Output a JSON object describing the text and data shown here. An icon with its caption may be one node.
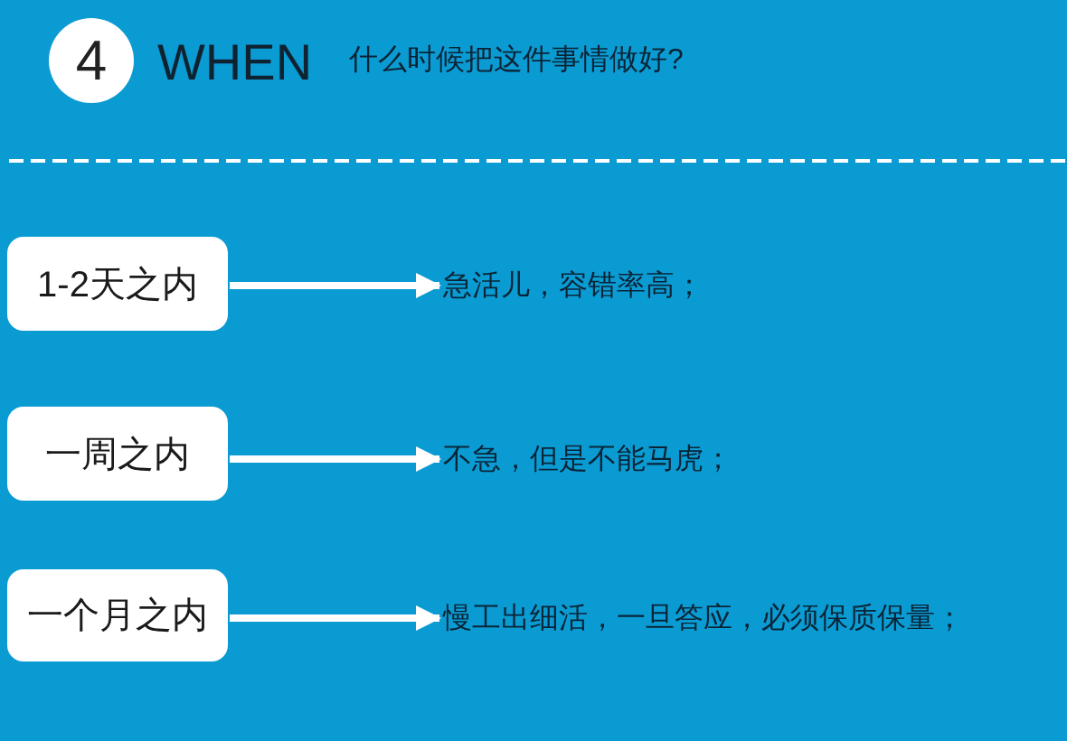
{
  "diagram": {
    "title": "WHEN",
    "nodes": [
      {
        "text": [
          "4"
        ]
      },
      {
        "text": [
          "1-2天之内"
        ]
      },
      {
        "text": [
          "急活儿，容错率高；"
        ]
      },
      {
        "text": [
          "一周之内"
        ]
      },
      {
        "text": [
          "不急，但是不能马虎；"
        ]
      },
      {
        "text": [
          "一个月之内"
        ]
      },
      {
        "text": [
          "慢工出细活，一旦答应，必须保质保量；"
        ]
      }
    ],
    "edges": [
      {
        "from": 1,
        "to": 2,
        "arrow": "to"
      },
      {
        "from": 3,
        "to": 4,
        "arrow": "to"
      },
      {
        "from": 5,
        "to": 6,
        "arrow": "to"
      }
    ],
    "labels": [
      "什么时候把这件事情做好?"
    ]
  }
}
